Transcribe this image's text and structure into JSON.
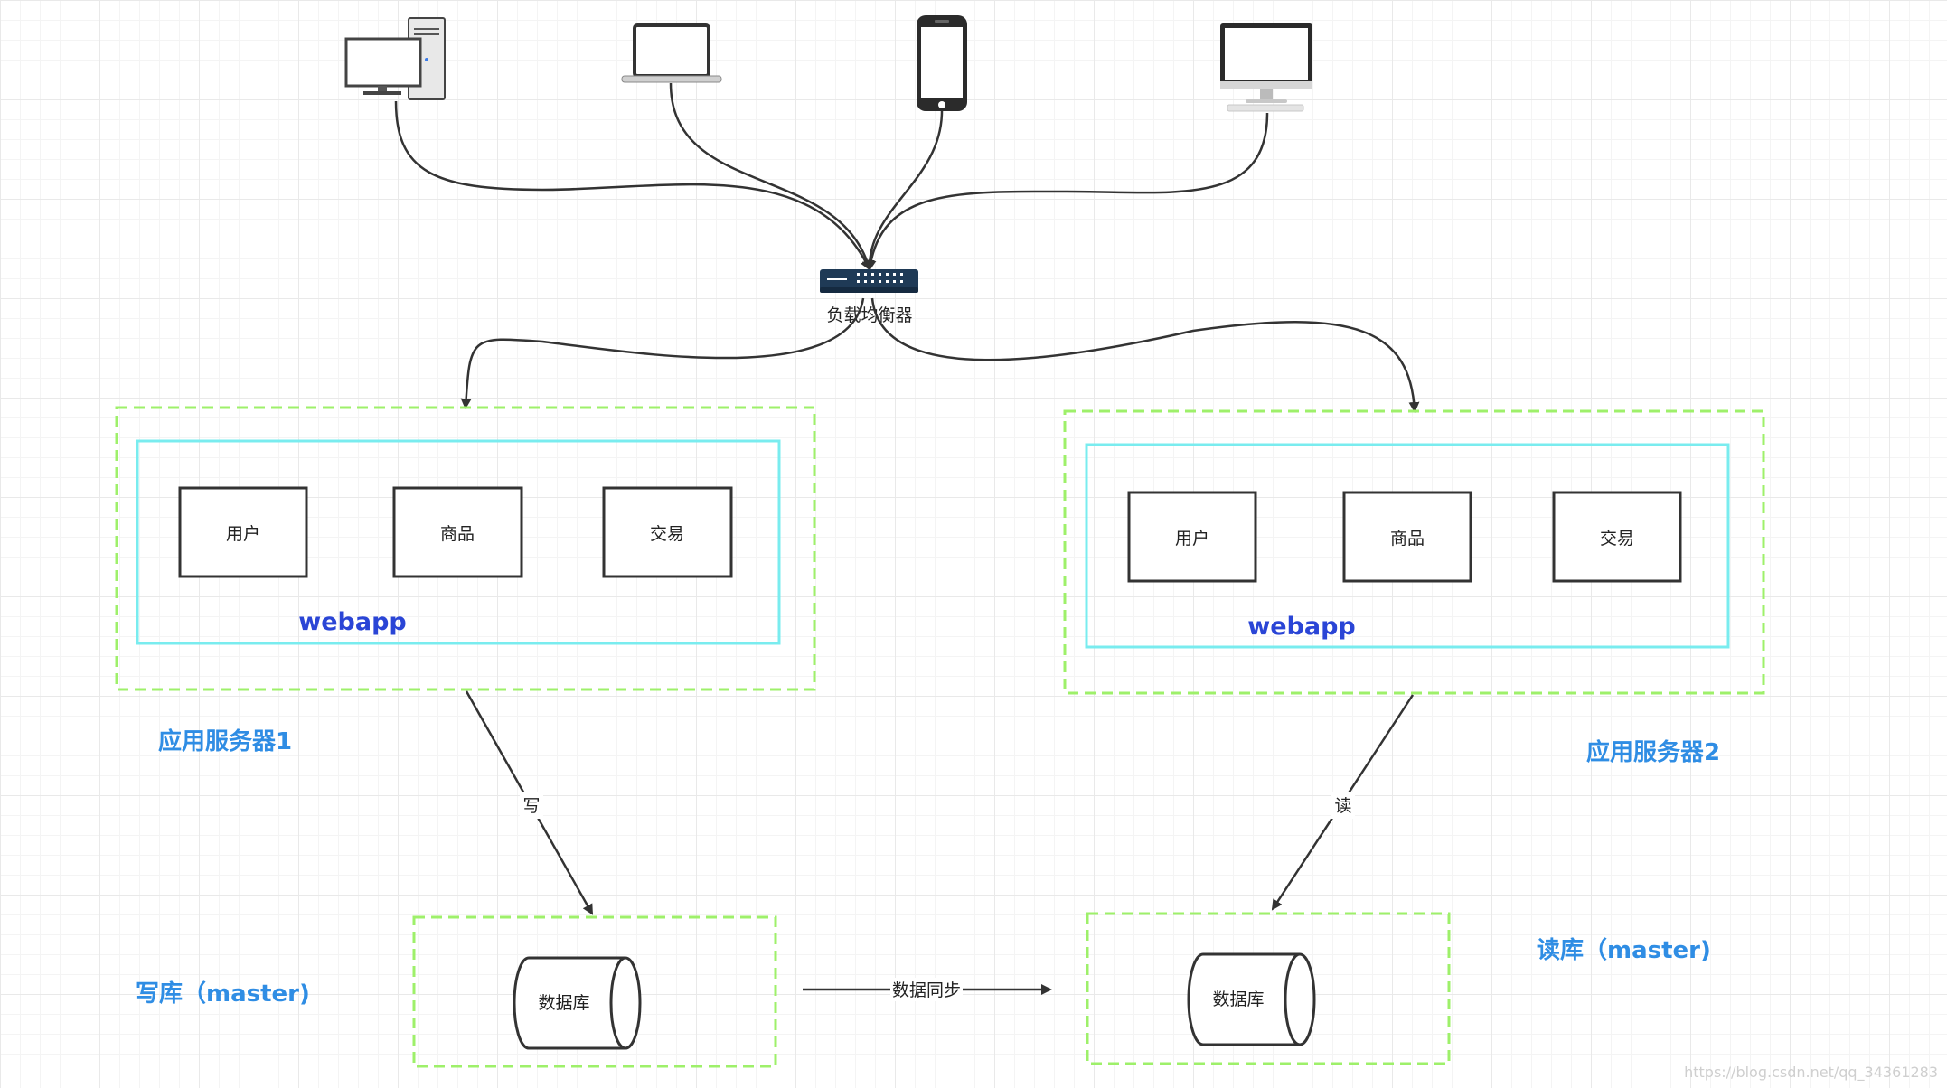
{
  "colors": {
    "server_border": "#9ef06a",
    "webapp_border": "#79ecef",
    "webapp_text": "#2a45d6",
    "server_text": "#2f8de4",
    "line": "#333333"
  },
  "devices": [
    {
      "name": "desktop-pc-icon"
    },
    {
      "name": "laptop-icon"
    },
    {
      "name": "smartphone-icon"
    },
    {
      "name": "imac-icon"
    }
  ],
  "load_balancer": {
    "label": "负载均衡器",
    "icon": "network-switch-icon"
  },
  "servers": [
    {
      "label": "应用服务器1",
      "webapp_label": "webapp",
      "modules": [
        "用户",
        "商品",
        "交易"
      ]
    },
    {
      "label": "应用服务器2",
      "webapp_label": "webapp",
      "modules": [
        "用户",
        "商品",
        "交易"
      ]
    }
  ],
  "databases": [
    {
      "label": "写库（master)",
      "db_label": "数据库",
      "edge_label": "写"
    },
    {
      "label": "读库（master)",
      "db_label": "数据库",
      "edge_label": "读"
    }
  ],
  "sync_label": "数据同步",
  "watermark": "https://blog.csdn.net/qq_34361283"
}
